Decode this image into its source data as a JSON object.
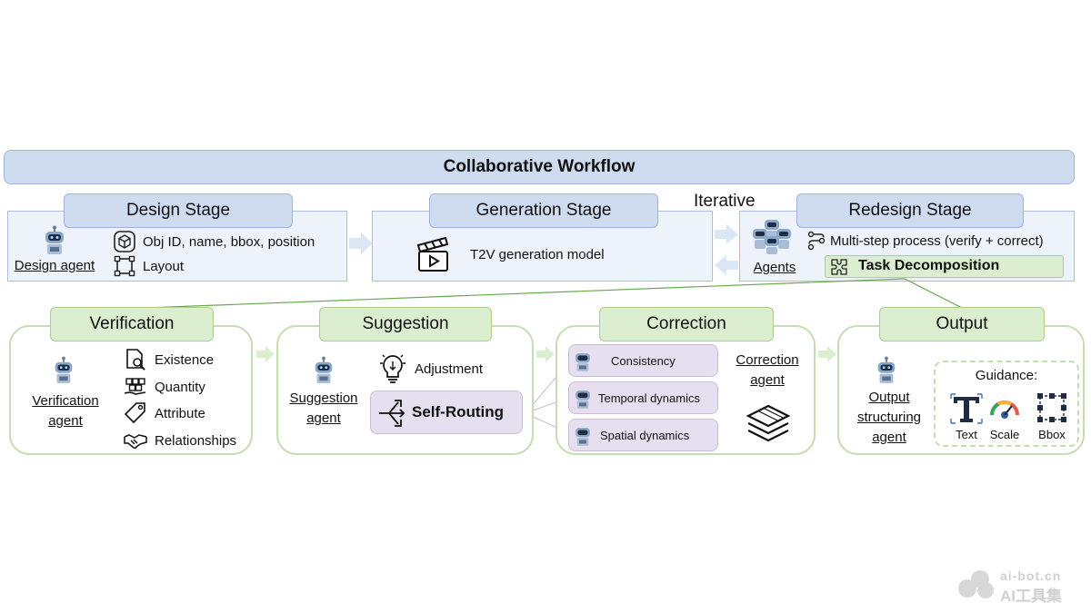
{
  "title": "Collaborative Workflow",
  "iterative_label": "Iterative",
  "design": {
    "title": "Design Stage",
    "agent": "Design agent",
    "items": [
      "Obj ID, name, bbox, position",
      "Layout"
    ]
  },
  "generation": {
    "title": "Generation Stage",
    "model": "T2V generation model"
  },
  "redesign": {
    "title": "Redesign Stage",
    "agent": "Agents",
    "process": "Multi-step process (verify + correct)",
    "decomposition": "Task Decomposition"
  },
  "verification": {
    "title": "Verification",
    "agent_line1": "Verification",
    "agent_line2": "agent",
    "items": [
      "Existence",
      "Quantity",
      "Attribute",
      "Relationships"
    ]
  },
  "suggestion": {
    "title": "Suggestion",
    "agent_line1": "Suggestion",
    "agent_line2": "agent",
    "adjustment": "Adjustment",
    "routing": "Self-Routing"
  },
  "correction": {
    "title": "Correction",
    "items": [
      "Consistency",
      "Temporal dynamics",
      "Spatial dynamics"
    ],
    "agent_line1": "Correction",
    "agent_line2": "agent"
  },
  "output": {
    "title": "Output",
    "agent_line1": "Output",
    "agent_line2": "structuring",
    "agent_line3": "agent",
    "guidance": "Guidance:",
    "guidance_items": [
      "Text",
      "Scale",
      "Bbox"
    ]
  },
  "watermark": {
    "line1": "ai-bot.cn",
    "line2": "AI工具集"
  },
  "colors": {
    "blue_fill": "#cfdcf0",
    "stage_fill": "#eef3fb",
    "green_fill": "#dbeecf",
    "green_border": "#c5deb0",
    "purple_fill": "#e6dff0"
  }
}
